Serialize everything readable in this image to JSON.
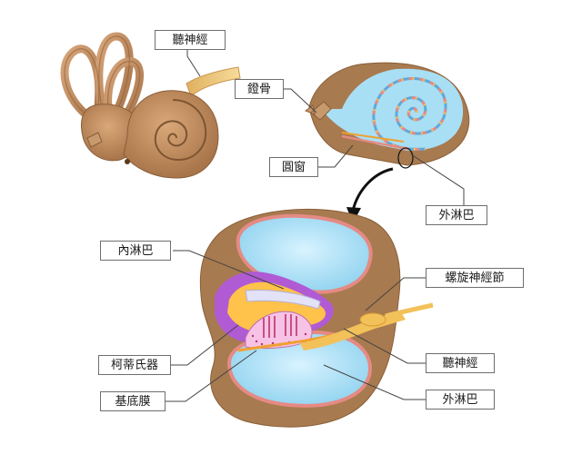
{
  "labels": {
    "auditory_nerve_top": "聽神經",
    "stapes": "鐙骨",
    "round_window": "圓窗",
    "perilymph_upper": "外淋巴",
    "endolymph": "內淋巴",
    "spiral_ganglion": "螺旋神經節",
    "organ_of_corti": "柯蒂氏器",
    "auditory_nerve_lower": "聽神經",
    "basilar_membrane": "基底膜",
    "perilymph_lower": "外淋巴"
  },
  "colors": {
    "bone": "#a87a4f",
    "bone_dark": "#8a5f38",
    "perilymph": "#a8dff4",
    "endolymph": "#ffc24a",
    "membrane": "#e58a84",
    "organ": "#b05ad4",
    "nerve": "#f2c15a"
  }
}
